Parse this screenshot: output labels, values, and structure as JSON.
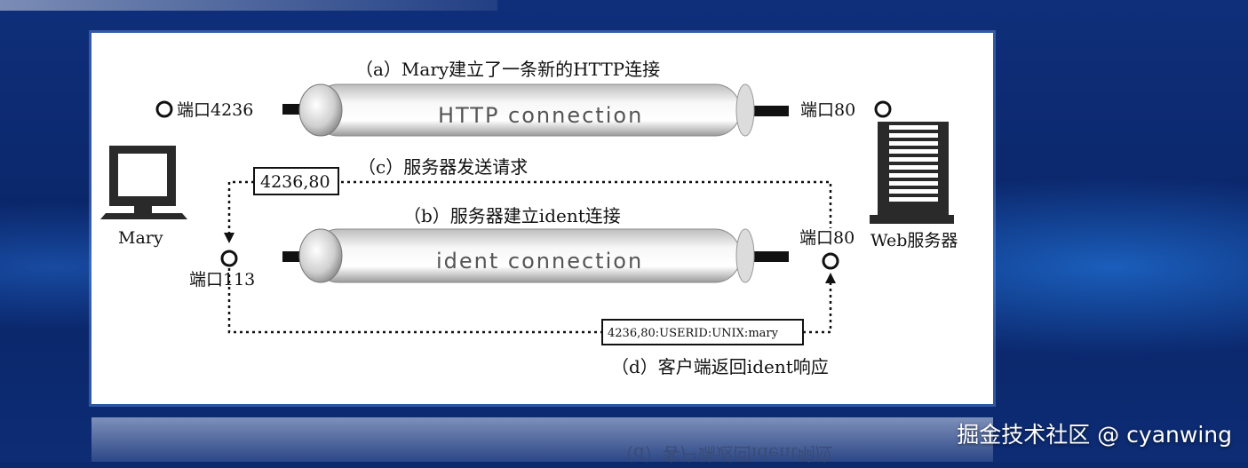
{
  "diagram": {
    "caption_a": "（a）Mary建立了一条新的HTTP连接",
    "caption_b": "（b）服务器建立ident连接",
    "caption_c": "（c）服务器发送请求",
    "caption_d": "（d）客户端返回ident响应",
    "pipe_top_label": "HTTP connection",
    "pipe_bottom_label": "ident connection",
    "port_client_http": "端口4236",
    "port_server_http": "端口80",
    "port_client_ident": "端口113",
    "port_server_ident": "端口80",
    "client_label": "Mary",
    "server_label": "Web服务器",
    "request_box": "4236,80",
    "response_box": "4236,80:USERID:UNIX:mary"
  },
  "reflection_text": "（d）客户端返回ident响应",
  "watermark": "掘金技术社区 @ cyanwing"
}
